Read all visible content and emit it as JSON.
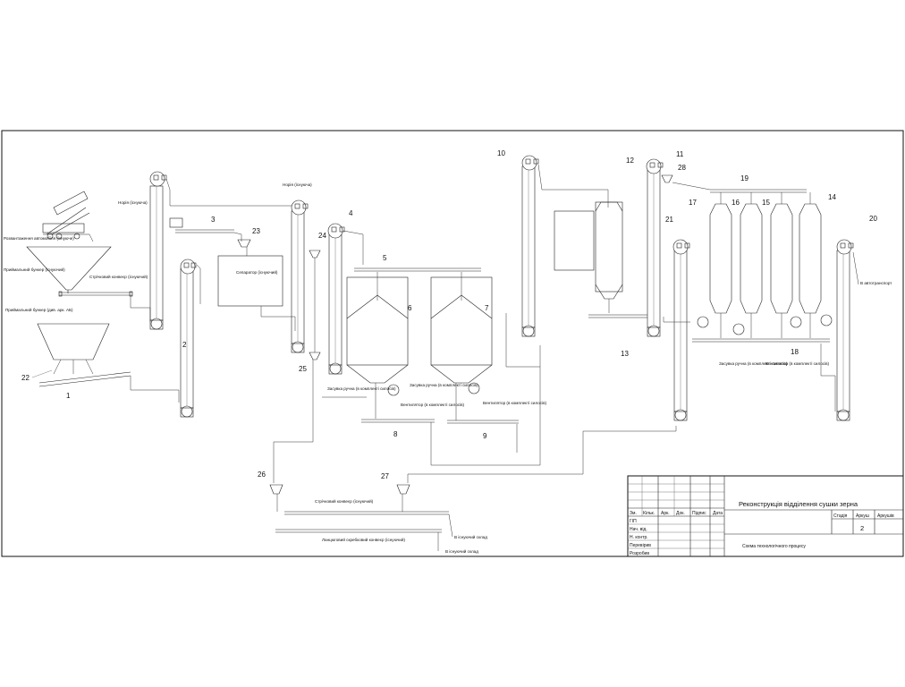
{
  "title_block": {
    "project_title": "Реконструкція відділення сушки зерна",
    "drawing_name": "Схема технологічного процесу",
    "col_headers": [
      "Зм.",
      "Кільк.",
      "Арк.",
      "Док.",
      "Підпис",
      "Дата"
    ],
    "roles": [
      "ГІП",
      "Нач. від.",
      "Н. контр.",
      "Перевірив",
      "Розробив"
    ],
    "stage_label": "Стадія",
    "sheet_label": "Аркуш",
    "sheets_label": "Аркушів",
    "sheet_value": "2"
  },
  "item_numbers": [
    "1",
    "2",
    "3",
    "4",
    "5",
    "6",
    "7",
    "8",
    "9",
    "10",
    "11",
    "12",
    "13",
    "14",
    "15",
    "16",
    "17",
    "18",
    "19",
    "20",
    "21",
    "22",
    "23",
    "24",
    "25",
    "26",
    "27",
    "28"
  ],
  "labels": {
    "truck": "Розвантаження автомобіля (існуюче)",
    "hopper_top": "Приймальний бункер (існуючий)",
    "conveyor_belt_1": "Стрічковий конвеєр (існуючий)",
    "hopper_bottom": "Приймальний бункер (див. арк. АБ)",
    "noria_1": "Норія (існуюча)",
    "separator": "Сепаратор (існуючий)",
    "noria_2": "Норія (існуюча)",
    "gate_manual_left": "Засувка ручна (в комплекті силосів)",
    "gate_manual_mid": "Засувка ручна (в комплекті силосів)",
    "fan_left": "Вентилятор (в комплекті силосів)",
    "fan_mid": "Вентилятор (в комплекті силосів)",
    "gate_manual_right": "Засувка ручна (в комплекті силосів)",
    "fan_right": "Вентилятор (в комплекті силосів)",
    "to_truck": "В автотранспорт",
    "conveyor_belt_2": "Стрічковий конвеєр (існуючий)",
    "chain_conveyor": "Ланцюговий скребковий конвеєр (існуючий)",
    "to_storage_1": "В існуючий склад",
    "to_storage_2": "В існуючий склад"
  }
}
